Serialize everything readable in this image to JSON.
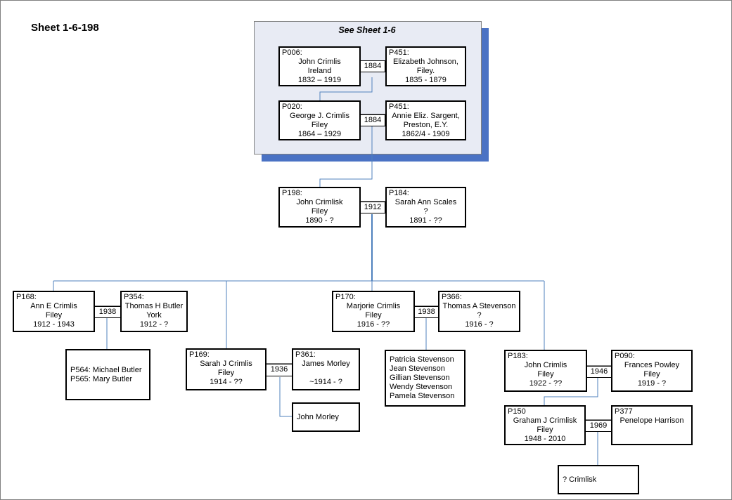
{
  "sheet_title": "Sheet 1-6-198",
  "reference": "See Sheet 1-6",
  "persons": [
    {
      "key": "p006",
      "lines": [
        "P006:",
        "John Crimlis",
        "Ireland",
        "1832 – 1919"
      ]
    },
    {
      "key": "p451a",
      "lines": [
        "P451:",
        "Elizabeth Johnson,",
        "Filey.",
        "1835 - 1879"
      ]
    },
    {
      "key": "p020",
      "lines": [
        "P020:",
        "George J. Crimlis",
        "Filey",
        "1864 – 1929"
      ]
    },
    {
      "key": "p451b",
      "lines": [
        "P451:",
        "Annie Eliz. Sargent,",
        "Preston, E.Y.",
        "1862/4 - 1909"
      ]
    },
    {
      "key": "p198",
      "lines": [
        "P198:",
        "John Crimlisk",
        "Filey",
        "1890 - ?"
      ]
    },
    {
      "key": "p184",
      "lines": [
        "P184:",
        "Sarah Ann Scales",
        "?",
        "1891 - ??"
      ]
    },
    {
      "key": "p168",
      "lines": [
        "P168:",
        "Ann E Crimlis",
        "Filey",
        "1912 - 1943"
      ]
    },
    {
      "key": "p354",
      "lines": [
        "P354:",
        "Thomas H Butler",
        "York",
        "1912 - ?"
      ]
    },
    {
      "key": "p170",
      "lines": [
        "P170:",
        "Marjorie Crimlis",
        "Filey",
        "1916 - ??"
      ]
    },
    {
      "key": "p366",
      "lines": [
        "P366:",
        "Thomas A Stevenson",
        "?",
        "1916 - ?"
      ]
    },
    {
      "key": "p169",
      "lines": [
        "P169:",
        "Sarah J Crimlis",
        "Filey",
        "1914 - ??"
      ]
    },
    {
      "key": "p361",
      "lines": [
        "P361:",
        "James Morley",
        "",
        "~1914 - ?"
      ]
    },
    {
      "key": "p183",
      "lines": [
        "P183:",
        "John Crimlis",
        "Filey",
        "1922 - ??"
      ]
    },
    {
      "key": "p090",
      "lines": [
        "P090:",
        "Frances Powley",
        "Filey",
        "1919 - ?"
      ]
    },
    {
      "key": "p150",
      "lines": [
        "P150",
        "Graham J Crimlisk",
        "Filey",
        "1948 - 2010"
      ]
    },
    {
      "key": "p377",
      "lines": [
        "P377",
        "Penelope Harrison"
      ]
    }
  ],
  "marriages": [
    {
      "key": "m-p006-p451",
      "year": "1884"
    },
    {
      "key": "m-p020-p451",
      "year": "1884"
    },
    {
      "key": "m-p198-p184",
      "year": "1912"
    },
    {
      "key": "m-p168-p354",
      "year": "1938"
    },
    {
      "key": "m-p170-p366",
      "year": "1938"
    },
    {
      "key": "m-p169-p361",
      "year": "1936"
    },
    {
      "key": "m-p183-p090",
      "year": "1946"
    },
    {
      "key": "m-p150-p377",
      "year": "1969"
    }
  ],
  "notes": [
    {
      "key": "butler-children",
      "lines": [
        "P564: Michael Butler",
        "P565: Mary Butler"
      ]
    },
    {
      "key": "stevenson-children",
      "lines": [
        "Patricia Stevenson",
        "Jean Stevenson",
        "Gillian Stevenson",
        "Wendy Stevenson",
        "Pamela Stevenson"
      ]
    },
    {
      "key": "morley-child",
      "lines": [
        "John Morley"
      ]
    },
    {
      "key": "crimlisk-child",
      "lines": [
        "? Crimlisk"
      ]
    }
  ],
  "colors": {
    "connector": "#4f81bd",
    "reference_shadow": "#4a72c4",
    "reference_fill": "#e8ebf4"
  }
}
